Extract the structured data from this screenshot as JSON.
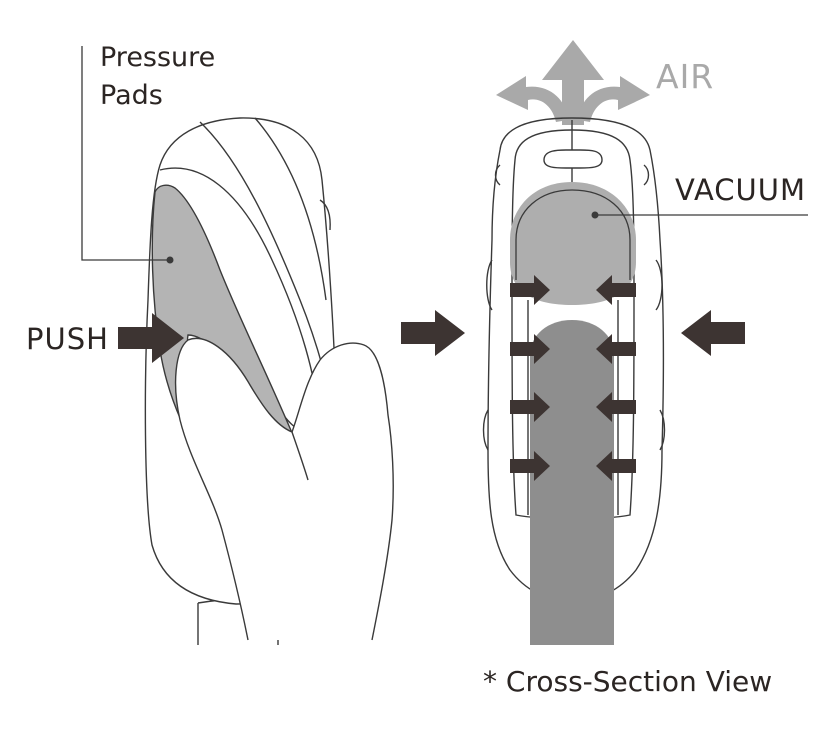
{
  "labels": {
    "pressure_line1": "Pressure",
    "pressure_line2": "Pads",
    "push": "PUSH",
    "air": "AIR",
    "vacuum": "VACUUM",
    "cross_section": "* Cross-Section View"
  },
  "colors": {
    "outline": "#3a3a3a",
    "pad_fill": "#b4b4b4",
    "rod_fill": "#8e8e8e",
    "vacuum_fill": "#aeaeae",
    "arrow_dark": "#3d3432",
    "air_gray": "#a9a9a9"
  },
  "icons": {
    "air_arrows": "arrow-up-icon",
    "squeeze_arrows": "arrow-right-icon"
  }
}
